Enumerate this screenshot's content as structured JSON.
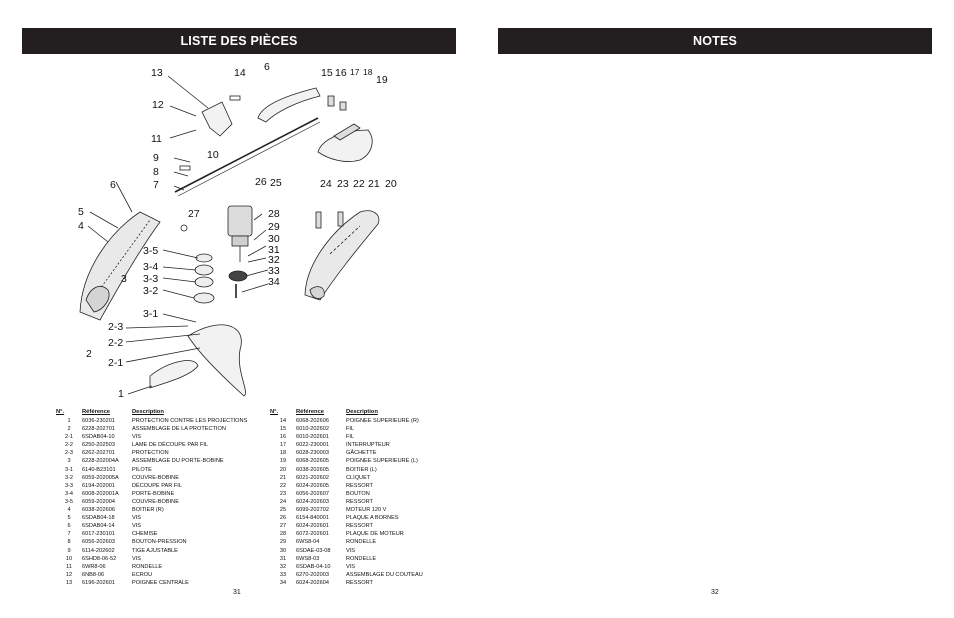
{
  "left_page": {
    "header": "LISTE DES PIÈCES",
    "page_number": "31",
    "columns": {
      "no": "N°.",
      "ref": "Référence",
      "desc": "Description"
    }
  },
  "right_page": {
    "header": "NOTES",
    "page_number": "32"
  },
  "diagram_labels": {
    "l1": "1",
    "l2": "2",
    "l2_1": "2-1",
    "l2_2": "2-2",
    "l2_3": "2-3",
    "l3": "3",
    "l3_1": "3-1",
    "l3_2": "3-2",
    "l3_3": "3-3",
    "l3_4": "3-4",
    "l3_5": "3-5",
    "l4": "4",
    "l5": "5",
    "l6a": "6",
    "l6b": "6",
    "l7": "7",
    "l8": "8",
    "l9": "9",
    "l10": "10",
    "l11": "11",
    "l12": "12",
    "l13": "13",
    "l14": "14",
    "l15": "15",
    "l16": "16",
    "l17": "17",
    "l18": "18",
    "l19": "19",
    "l20": "20",
    "l21": "21",
    "l22": "22",
    "l23": "23",
    "l24": "24",
    "l25": "25",
    "l26": "26",
    "l27": "27",
    "l28": "28",
    "l29": "29",
    "l30": "30",
    "l31": "31",
    "l32": "32",
    "l33": "33",
    "l34": "34"
  },
  "parts_left": [
    {
      "no": "1",
      "ref": "6036-230201",
      "desc": "PROTECTION CONTRE LES PROJECTIONS"
    },
    {
      "no": "2",
      "ref": "6228-202701",
      "desc": "ASSEMBLAGE DE LA PROTECTION"
    },
    {
      "no": "2-1",
      "ref": "6SDAB04-10",
      "desc": "VIS"
    },
    {
      "no": "2-2",
      "ref": "6250-202503",
      "desc": "LAME DE DÉCOUPE PAR FIL"
    },
    {
      "no": "2-3",
      "ref": "6262-202701",
      "desc": "PROTECTION"
    },
    {
      "no": "3",
      "ref": "6228-202004A",
      "desc": "ASSEMBLAGE DU PORTE-BOBINE"
    },
    {
      "no": "3-1",
      "ref": "6140-B23101",
      "desc": "PILOTE"
    },
    {
      "no": "3-2",
      "ref": "6059-202005A",
      "desc": "COUVRE-BOBINE"
    },
    {
      "no": "3-3",
      "ref": "6194-202001",
      "desc": "DÉCOUPE PAR FIL"
    },
    {
      "no": "3-4",
      "ref": "6008-202001A",
      "desc": "PORTE-BOBINE"
    },
    {
      "no": "3-5",
      "ref": "6059-202004",
      "desc": "COUVRE-BOBINE"
    },
    {
      "no": "4",
      "ref": "6038-202606",
      "desc": "BOITIER (R)"
    },
    {
      "no": "5",
      "ref": "6SDAB04-18",
      "desc": "VIS"
    },
    {
      "no": "6",
      "ref": "6SDAB04-14",
      "desc": "VIS"
    },
    {
      "no": "7",
      "ref": "6017-230101",
      "desc": "CHEMISE"
    },
    {
      "no": "8",
      "ref": "6056-202603",
      "desc": "BOUTON-PRESSION"
    },
    {
      "no": "9",
      "ref": "6114-202602",
      "desc": "TIGE AJUSTABLE"
    },
    {
      "no": "10",
      "ref": "6SHD8-06-52",
      "desc": "VIS"
    },
    {
      "no": "11",
      "ref": "6WR8-06",
      "desc": "RONDELLE"
    },
    {
      "no": "12",
      "ref": "6NB8-06",
      "desc": "ECROU"
    },
    {
      "no": "13",
      "ref": "6196-202601",
      "desc": "POIGNEE CENTRALE"
    }
  ],
  "parts_right": [
    {
      "no": "14",
      "ref": "6068-202606",
      "desc": "POIGNEE SUPERIEURE (R)"
    },
    {
      "no": "15",
      "ref": "6010-202602",
      "desc": "FIL"
    },
    {
      "no": "16",
      "ref": "6010-202601",
      "desc": "FIL"
    },
    {
      "no": "17",
      "ref": "6022-230001",
      "desc": "INTERRUPTEUR"
    },
    {
      "no": "18",
      "ref": "6028-230003",
      "desc": "GÂCHETTE"
    },
    {
      "no": "19",
      "ref": "6068-202605",
      "desc": "POIGNEE SUPERIEURE (L)"
    },
    {
      "no": "20",
      "ref": "6038-202605",
      "desc": "BOITIER (L)"
    },
    {
      "no": "21",
      "ref": "6021-202602",
      "desc": "CLIQUET"
    },
    {
      "no": "22",
      "ref": "6024-202605",
      "desc": "RESSORT"
    },
    {
      "no": "23",
      "ref": "6056-202607",
      "desc": "BOUTON"
    },
    {
      "no": "24",
      "ref": "6024-202603",
      "desc": "RESSORT"
    },
    {
      "no": "25",
      "ref": "6099-202702",
      "desc": "MOTEUR 120 V"
    },
    {
      "no": "26",
      "ref": "6154-840001",
      "desc": "PLAQUE A BORNES"
    },
    {
      "no": "27",
      "ref": "6024-202601",
      "desc": "RESSORT"
    },
    {
      "no": "28",
      "ref": "6072-202601",
      "desc": "PLAQUE DE MOTEUR"
    },
    {
      "no": "29",
      "ref": "6WS8-04",
      "desc": "RONDELLE"
    },
    {
      "no": "30",
      "ref": "6SDAE-03-08",
      "desc": "VIS"
    },
    {
      "no": "31",
      "ref": "6WS8-03",
      "desc": "RONDELLE"
    },
    {
      "no": "32",
      "ref": "6SDAB-04-10",
      "desc": "VIS"
    },
    {
      "no": "33",
      "ref": "6270-202003",
      "desc": "ASSEMBLAGE DU COUTEAU"
    },
    {
      "no": "34",
      "ref": "6024-202604",
      "desc": "RESSORT"
    }
  ]
}
